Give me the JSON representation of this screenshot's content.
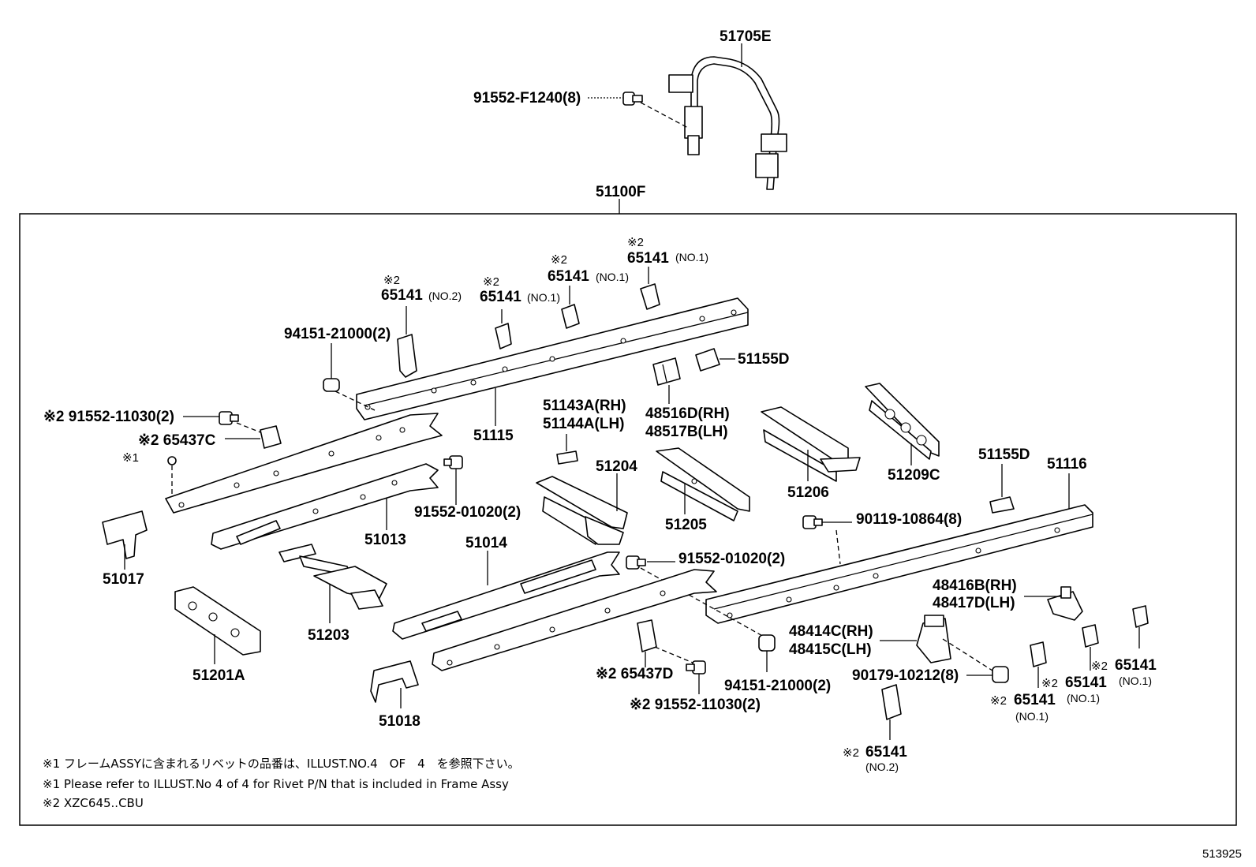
{
  "labels": {
    "l51705E": "51705E",
    "l91552F1240": "91552-F1240(8)",
    "l51100F": "51100F",
    "m2_a": "※2",
    "l65141_a": "65141",
    "n65141_a": "(NO.2)",
    "m2_b": "※2",
    "l65141_b": "65141",
    "n65141_b": "(NO.1)",
    "m2_c": "※2",
    "l65141_c": "65141",
    "n65141_c": "(NO.1)",
    "m2_d": "※2",
    "l65141_d": "65141",
    "n65141_d": "(NO.1)",
    "l94151_top": "94151-21000(2)",
    "l51155D_top": "51155D",
    "l91552_11030_top": "※2 91552-11030(2)",
    "l65437C": "※2 65437C",
    "m1_rivet": "※1",
    "l51115": "51115",
    "l51143A": "51143A(RH)",
    "l51144A": "51144A(LH)",
    "l48516D": "48516D(RH)",
    "l48517B": "48517B(LH)",
    "l51204": "51204",
    "l51206": "51206",
    "l51209C": "51209C",
    "l51155D_right": "51155D",
    "l51116": "51116",
    "l91552_01020_left": "91552-01020(2)",
    "l51013": "51013",
    "l51017": "51017",
    "l51205": "51205",
    "l90119": "90119-10864(8)",
    "l51014": "51014",
    "l91552_01020_mid": "91552-01020(2)",
    "l48416B": "48416B(RH)",
    "l48417D": "48417D(LH)",
    "l51203": "51203",
    "l48414C": "48414C(RH)",
    "l48415C": "48415C(LH)",
    "l51201A": "51201A",
    "l65437D": "※2 65437D",
    "l94151_bottom": "94151-21000(2)",
    "l90179": "90179-10212(8)",
    "l91552_11030_bottom": "※2 91552-11030(2)",
    "l51018": "51018",
    "m2_e": "※2",
    "l65141_e": "65141",
    "n65141_e": "(NO.1)",
    "m2_f": "※2",
    "l65141_f": "65141",
    "n65141_f": "(NO.1)",
    "m2_g": "※2",
    "l65141_g": "65141",
    "n65141_g": "(NO.1)",
    "m2_h": "※2",
    "l65141_h": "65141",
    "n65141_h": "(NO.2)"
  },
  "notes": [
    "※1 フレームASSYに含まれるリベットの品番は、ILLUST.NO.4　OF　4　を参照下さい。",
    "※1 Please refer to ILLUST.No 4 of 4 for Rivet P/N that is included in Frame Assy",
    "※2 XZC645..CBU"
  ],
  "diagram_id": "513925"
}
